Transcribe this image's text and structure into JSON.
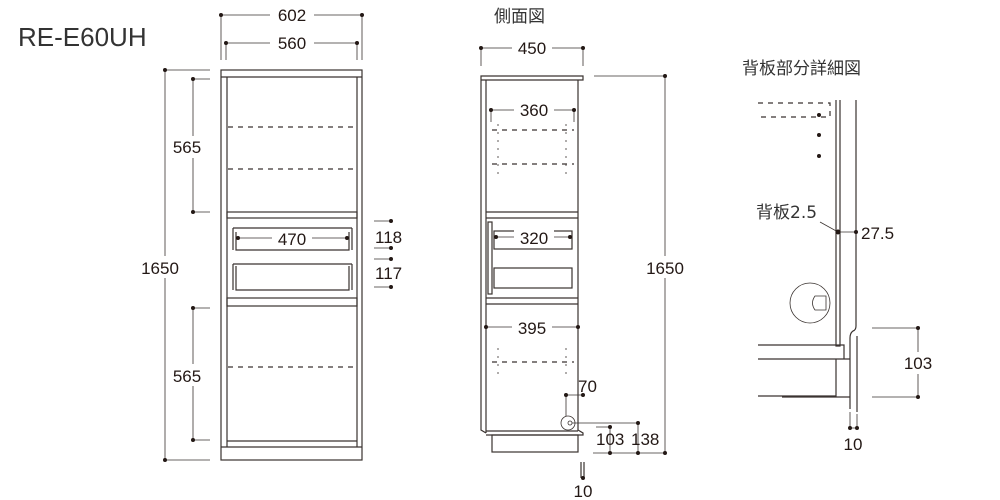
{
  "model": "RE-E60UH",
  "front_view": {
    "width_outer": "602",
    "width_inner": "560",
    "height_total": "1650",
    "upper_section": "565",
    "lower_section": "565",
    "drawer_width": "470",
    "drawer_upper_height": "118",
    "drawer_lower_height": "117"
  },
  "side_view": {
    "title": "側面図",
    "depth": "450",
    "inner_depth_upper": "360",
    "drawer_depth": "320",
    "inner_depth_lower": "395",
    "height_total": "1650",
    "outlet_offset": "70",
    "outlet_height_103": "103",
    "outlet_height_138": "138",
    "bottom_gap": "10"
  },
  "back_detail": {
    "title": "背板部分詳細図",
    "back_panel_label": "背板2.5",
    "gap": "27.5",
    "plinth_height": "103",
    "bottom_gap": "10"
  },
  "colors": {
    "line": "#3a3330",
    "text": "#231815"
  }
}
